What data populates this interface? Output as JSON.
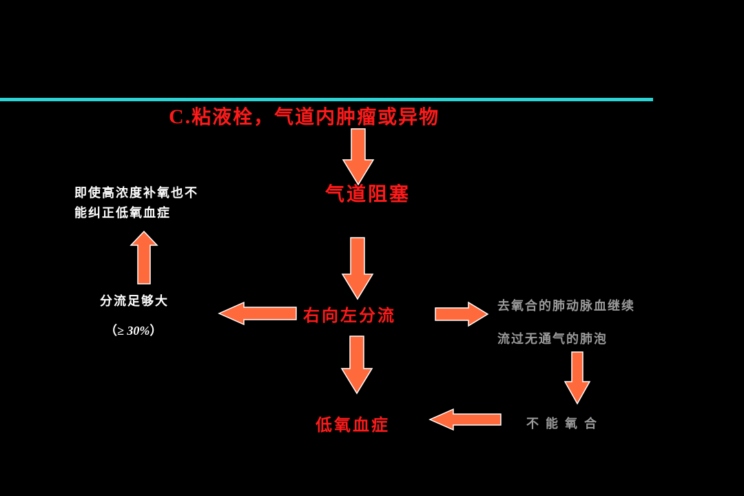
{
  "title": {
    "prefix": "C.",
    "text": "粘液栓，气道内肿瘤或异物"
  },
  "nodes": {
    "airway_obstruction": "气道阻塞",
    "right_to_left_shunt": "右向左分流",
    "hypoxemia": "低氧血症",
    "uncorrectable_line1": "即使高浓度补氧也不",
    "uncorrectable_line2": "能纠正低氧血症",
    "shunt_large": "分流足够大",
    "shunt_threshold_open": "（",
    "shunt_threshold_value": "≥ 30%",
    "shunt_threshold_close": "）",
    "deoxy_blood_line1": "去氧合的肺动脉血继续",
    "deoxy_blood_line2": "流过无通气的肺泡",
    "no_oxygenation": "不能氧合"
  },
  "colors": {
    "rule": "#2ad4d4",
    "arrow_fill": "#ff6a3d",
    "arrow_stroke": "#ffffff",
    "key_text": "#ff1a1a",
    "secondary_text": "#ffffff",
    "muted_text": "#9a9a9a"
  }
}
